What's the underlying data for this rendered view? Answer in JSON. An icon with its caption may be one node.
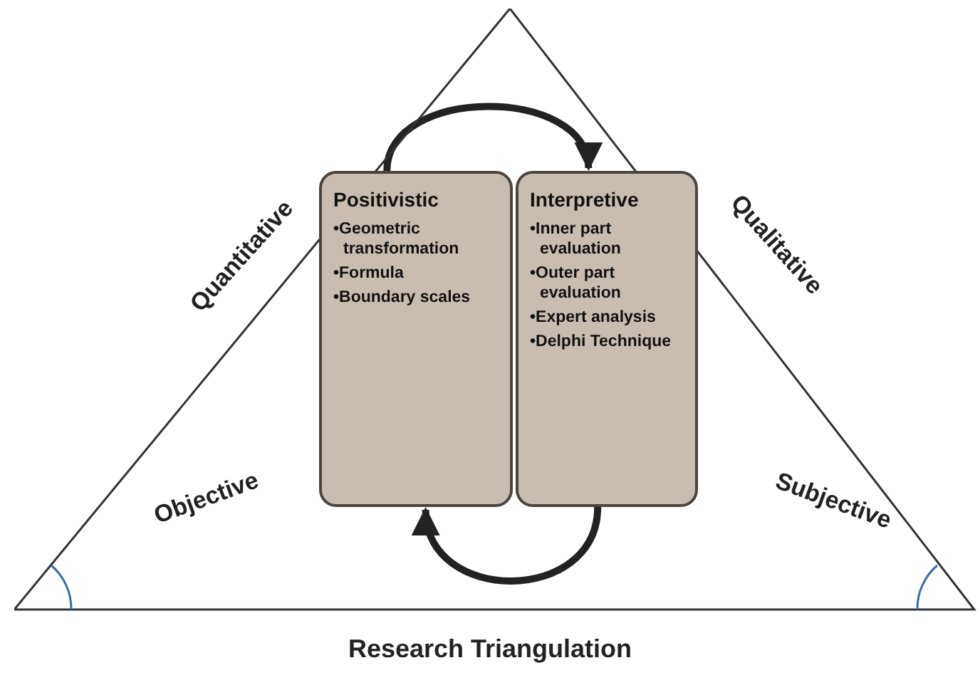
{
  "diagram": {
    "caption": "Research Triangulation",
    "nodes": [
      {
        "text": [],
        "shape": "triangle"
      },
      {
        "text": [
          "Positivistic",
          "•Geometric transformation",
          "•Formula",
          "•Boundary scales"
        ],
        "in": 0
      },
      {
        "text": [
          "Interpretive",
          "•Inner part evaluation",
          "•Outer part evaluation",
          "•Expert analysis",
          "•Delphi Technique"
        ],
        "in": 0
      }
    ],
    "edges": [
      {
        "from": 1,
        "to": 2,
        "arrow": "to"
      },
      {
        "from": 2,
        "to": 1,
        "arrow": "to"
      }
    ],
    "labels": [
      "Quantitative",
      "Qualitative",
      "Objective",
      "Subjective"
    ]
  }
}
